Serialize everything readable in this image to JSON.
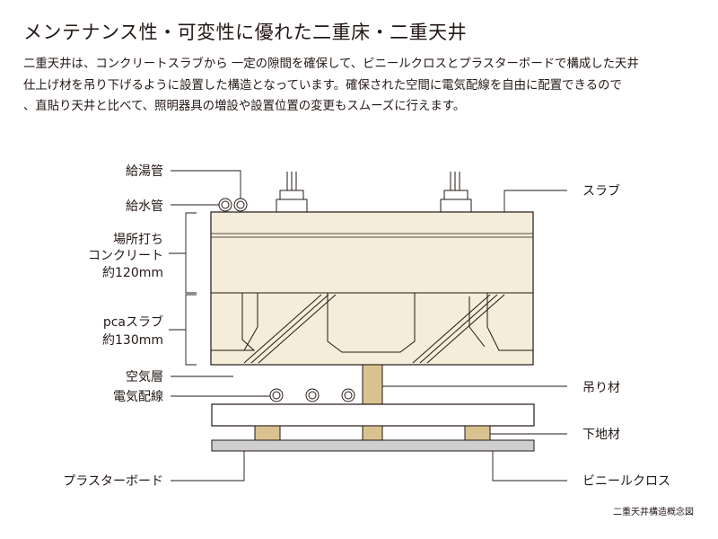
{
  "title": "メンテナンス性・可変性に優れた二重床・二重天井",
  "description": [
    "二重天井は、コンクリートスラブから 一定の隙間を確保して、ビニールクロスとプラスターボードで構成した天井",
    "仕上げ材を吊り下げるように設置した構造となっています。確保された空間に電気配線を自由に配置できるので",
    "、直貼り天井と比べて、照明器具の増設や設置位置の変更もスムーズに行えます。"
  ],
  "labels": {
    "hot_water_pipe": "給湯管",
    "water_pipe": "給水管",
    "cast_concrete": [
      "場所打ち",
      "コンクリート",
      "約120mm"
    ],
    "pca_slab": [
      "pcaスラブ",
      "約130mm"
    ],
    "air_layer": "空気層",
    "wiring": "電気配線",
    "plasterboard": "プラスターボード",
    "slab": "スラブ",
    "hanger": "吊り材",
    "base_material": "下地材",
    "vinyl_cloth": "ビニールクロス"
  },
  "caption": "二重天井構造概念図",
  "colors": {
    "slab_fill": "#f5ecd9",
    "wood_fill": "#d9c28f",
    "board_fill": "#cfcfcf",
    "line": "#231815"
  }
}
